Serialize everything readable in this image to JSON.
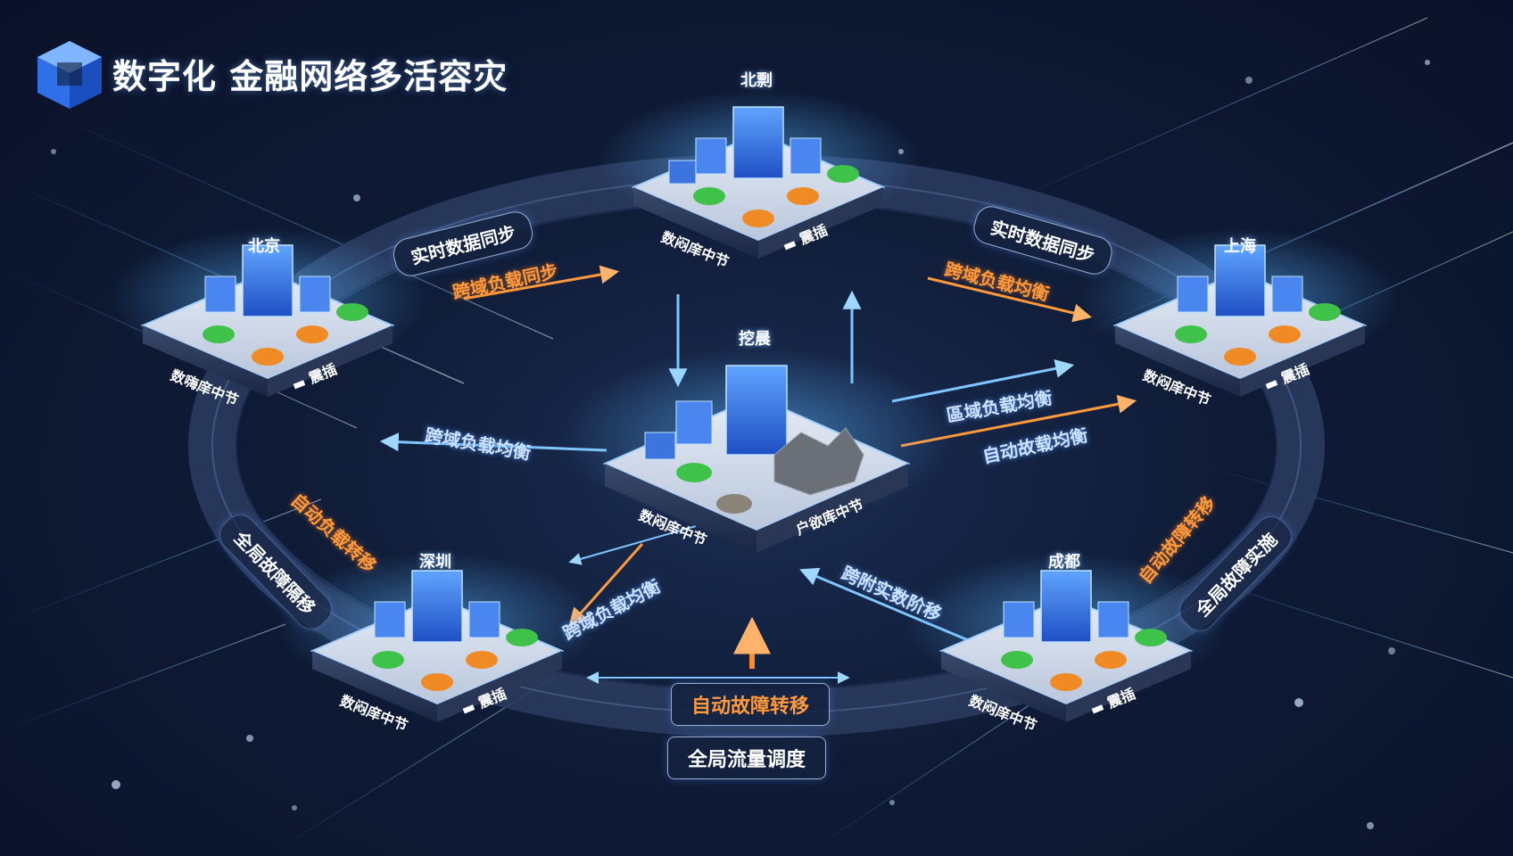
{
  "title": "数字化 金融网络多活容灾",
  "icons": {
    "logo": "cube-logo-icon"
  },
  "colors": {
    "background": "#0f1b36",
    "ring": "#2a3b5e",
    "accent_blue": "#3fa9ff",
    "accent_orange": "#ff8a2a",
    "db_green": "#3ec24a",
    "db_orange": "#f08a24"
  },
  "cities": {
    "north": "北剽",
    "beijing": "北京",
    "shanghai": "上海",
    "center": "挖晨",
    "shenzhen": "深圳",
    "chengdu": "成都"
  },
  "nodes": {
    "north": {
      "label": "数闷庠中节",
      "tag": "▬ 震插"
    },
    "beijing": {
      "label": "数嗨庠中节",
      "tag": "▬ 震插"
    },
    "shanghai": {
      "label": "数闷庠中节",
      "tag": "▬ 震插"
    },
    "center": {
      "label": "数闷庠中节",
      "tag": "户欲库中节"
    },
    "shenzhen": {
      "label": "数闷庠中节",
      "tag": "▬ 震插"
    },
    "chengdu": {
      "label": "数闷庠中节",
      "tag": "▬ 震插"
    }
  },
  "labels": {
    "sync_left": "实时数据同步",
    "load_left_orange": "跨域负载同步",
    "sync_right": "实时数据同步",
    "balance_right_orange": "跨域负载均衡",
    "balance_left": "跨域负载均衡",
    "balance_center_right": "區域负载均衡",
    "auto_center_right": "自动故载均衡",
    "auto_left_orange": "自动负载转移",
    "global_left": "全局故障隔移",
    "balance_center_left": "跨域负载均衡",
    "cross_center_bottom": "跨附实数阶移",
    "auto_right_orange": "自动故障转移",
    "global_right": "全局故障实施",
    "auto_bottom": "自动故障转移",
    "global_bottom": "全局流量调度"
  }
}
